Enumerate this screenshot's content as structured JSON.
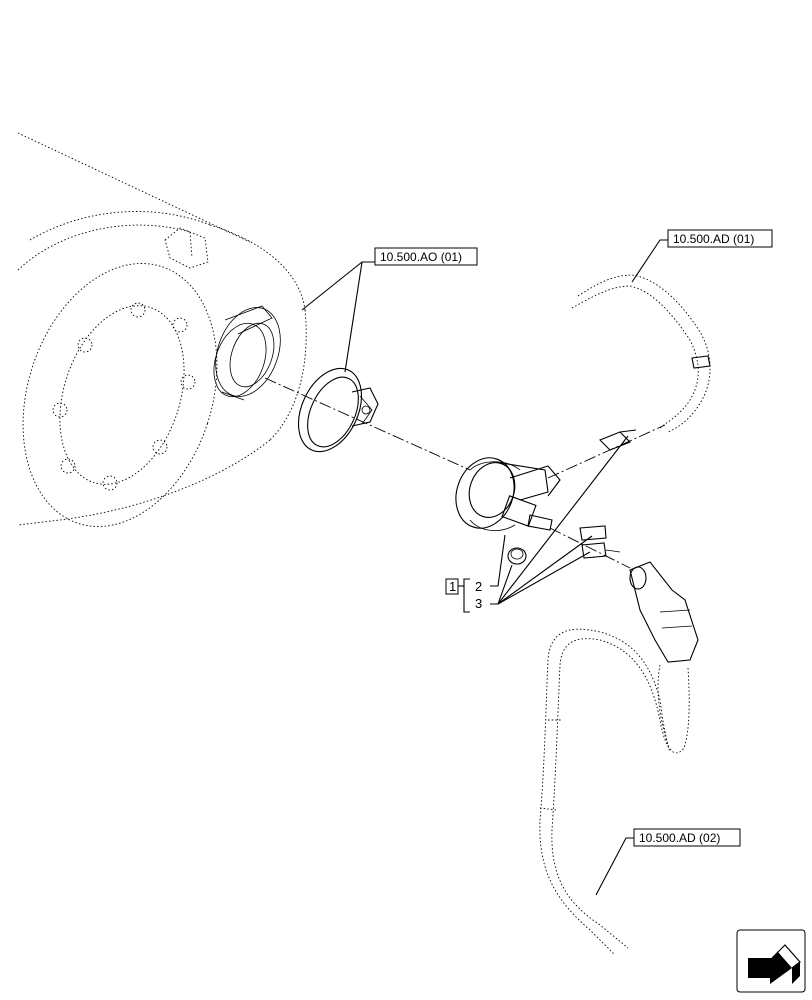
{
  "references": {
    "ao01": "10.500.AO (01)",
    "ad01": "10.500.AD (01)",
    "ad02": "10.500.AD (02)"
  },
  "callouts": {
    "group": "1",
    "item_2": "2",
    "item_3": "3"
  },
  "icons": {
    "nav": "next-page-arrow-icon"
  }
}
